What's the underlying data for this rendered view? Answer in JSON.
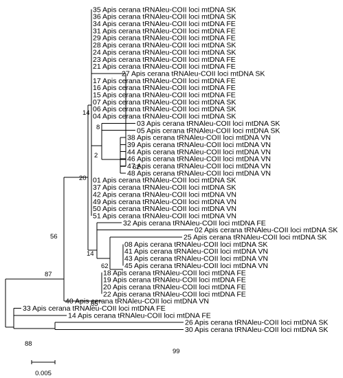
{
  "tree": {
    "taxa": [
      "35 Apis cerana tRNAleu-COII loci mtDNA SK",
      "36 Apis cerana tRNAleu-COII loci mtDNA SK",
      "34 Apis cerana tRNAleu-COII loci mtDNA FE",
      "31 Apis cerana tRNAleu-COII loci mtDNA FE",
      "29 Apis cerana tRNAleu-COII loci mtDNA FE",
      "28 Apis cerana tRNAleu-COII loci mtDNA SK",
      "24 Apis cerana tRNAleu-COII loci mtDNA SK",
      "23 Apis cerana tRNAleu-COII loci mtDNA FE",
      "21 Apis cerana tRNAleu-COII loci mtDNA FE",
      "27 Apis cerana tRNAleu-COII loci mtDNA SK",
      "17 Apis cerana tRNAleu-COII loci mtDNA FE",
      "16 Apis cerana tRNAleu-COII loci mtDNA FE",
      "15 Apis cerana tRNAleu-COII loci mtDNA FE",
      "07 Apis cerana tRNAleu-COII loci mtDNA SK",
      "06 Apis cerana tRNAleu-COII loci mtDNA SK",
      "04 Apis cerana tRNAleu-COII loci mtDNA SK",
      "03 Apis cerana tRNAleu-COII loci mtDNA SK",
      "05 Apis cerana tRNAleu-COII loci mtDNA SK",
      "38 Apis cerana tRNAleu-COII loci mtDNA VN",
      "39 Apis cerana tRNAleu-COII loci mtDNA VN",
      "44 Apis cerana tRNAleu-COII loci mtDNA VN",
      "46 Apis cerana tRNAleu-COII loci mtDNA VN",
      "47 Apis cerana tRNAleu-COII loci mtDNA VN",
      "48 Apis cerana tRNAleu-COII loci mtDNA VN",
      "01 Apis cerana tRNAleu-COII loci mtDNA SK",
      "37 Apis cerana tRNAleu-COII loci mtDNA SK",
      "42 Apis cerana tRNAleu-COII loci mtDNA VN",
      "49 Apis cerana tRNAleu-COII loci mtDNA VN",
      "50 Apis cerana tRNAleu-COII loci mtDNA VN",
      "51 Apis cerana tRNAleu-COII loci mtDNA VN",
      "32 Apis cerana tRNAleu-COII loci mtDNA FE",
      "02 Apis cerana tRNAleu-COII loci mtDNA SK",
      "25 Apis cerana tRNAleu-COII loci mtDNA SK",
      "08 Apis cerana tRNAleu-COII loci mtDNA SK",
      "41 Apis cerana tRNAleu-COII loci mtDNA VN",
      "43 Apis cerana tRNAleu-COII loci mtDNA VN",
      "45 Apis cerana tRNAleu-COII loci mtDNA VN",
      "18 Apis cerana tRNAleu-COII loci mtDNA FE",
      "19 Apis cerana tRNAleu-COII loci mtDNA FE",
      "20 Apis cerana tRNAleu-COII loci mtDNA FE",
      "22 Apis cerana tRNAleu-COII loci mtDNA FE",
      "40 Apis cerana tRNAleu-COII loci mtDNA VN",
      "33 Apis cerana tRNAleu-COII loci mtDNA FE",
      "14 Apis cerana tRNAleu-COII loci mtDNA FE",
      "26 Apis cerana tRNAleu-COII loci mtDNA SK",
      "30 Apis cerana tRNAleu-COII loci mtDNA SK"
    ],
    "support_values": [
      "14",
      "8",
      "2",
      "62",
      "20",
      "56",
      "14",
      "62",
      "65",
      "87",
      "88",
      "99"
    ],
    "scale_bar": {
      "value": "0.005"
    },
    "line_color": "#000000"
  }
}
